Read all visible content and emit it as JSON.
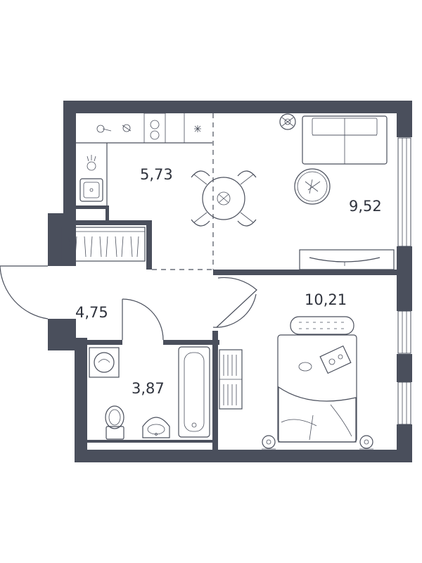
{
  "rooms": [
    {
      "id": "kitchen",
      "area": "5,73"
    },
    {
      "id": "living",
      "area": "9,52"
    },
    {
      "id": "hall",
      "area": "4,75"
    },
    {
      "id": "bedroom",
      "area": "10,21"
    },
    {
      "id": "bathroom",
      "area": "3,87"
    }
  ],
  "colors": {
    "wall": "#4a4f5c",
    "text": "#2f333d",
    "background": "#ffffff"
  },
  "icons": [
    "kettle-icon",
    "cooktop-icon",
    "sink-icon",
    "dining-table-icon",
    "sofa-icon",
    "coffee-table-icon",
    "tv-stand-icon",
    "bed-icon",
    "washer-icon",
    "toilet-icon",
    "bathtub-icon",
    "fan-icon",
    "plant-icon"
  ]
}
